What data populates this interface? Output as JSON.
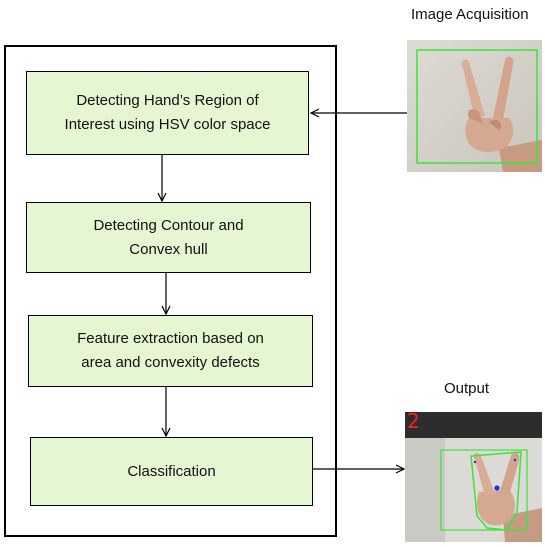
{
  "steps": [
    {
      "line1": "Detecting Hand’s Region of",
      "line2": "Interest using HSV color space"
    },
    {
      "line1": "Detecting Contour and",
      "line2": "Convex hull"
    },
    {
      "line1": "Feature extraction based on",
      "line2": "area and convexity defects"
    },
    {
      "line1": "Classification",
      "line2": ""
    }
  ],
  "captions": {
    "image_acquisition": "Image Acquisition",
    "output": "Output"
  },
  "output_photo": {
    "gesture_count": "2"
  },
  "colors": {
    "box_fill": "#e5f6d3",
    "line": "#000000",
    "overlay_green": "#39e639",
    "digit_red": "#ff2020",
    "marker_blue": "#2b2bd9"
  }
}
